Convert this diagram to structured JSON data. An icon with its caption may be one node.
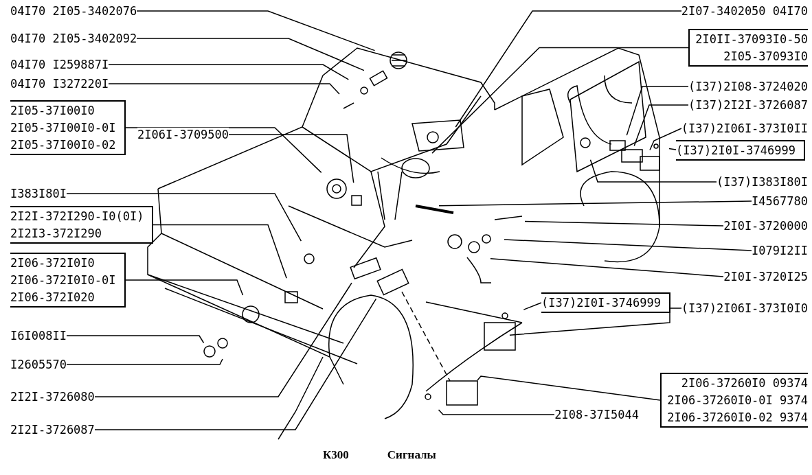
{
  "diagram": {
    "nodes": [
      {
        "text": [
          "04I70 2I05-3402076"
        ]
      },
      {
        "text": [
          "04I70 2I05-3402092"
        ]
      },
      {
        "text": [
          "04I70 I259887I"
        ]
      },
      {
        "text": [
          "04I70 I327220I"
        ]
      },
      {
        "text": [
          "2I05-37I00I0",
          "2I05-37I00I0-0I",
          "2I05-37I00I0-02"
        ]
      },
      {
        "text": [
          "2I06I-3709500"
        ]
      },
      {
        "text": [
          "I383I80I"
        ]
      },
      {
        "text": [
          "2I2I-372I290-I0(0I)",
          "2I2I3-372I290"
        ]
      },
      {
        "text": [
          "2I06-372I0I0",
          "2I06-372I0I0-0I",
          "2I06-372I020"
        ]
      },
      {
        "text": [
          "I6I008II"
        ]
      },
      {
        "text": [
          "I2605570"
        ]
      },
      {
        "text": [
          "2I2I-3726080"
        ]
      },
      {
        "text": [
          "2I2I-3726087"
        ]
      },
      {
        "text": [
          "2I07-3402050 04I70"
        ]
      },
      {
        "text": [
          "2I0II-37093I0-50",
          "2I05-37093I0"
        ]
      },
      {
        "text": [
          "(I37)2I08-3724020"
        ]
      },
      {
        "text": [
          "(I37)2I2I-3726087"
        ]
      },
      {
        "text": [
          "(I37)2I06I-373I0II"
        ]
      },
      {
        "text": [
          "(I37)2I0I-3746999"
        ]
      },
      {
        "text": [
          "(I37)I383I80I"
        ]
      },
      {
        "text": [
          "I4567780"
        ]
      },
      {
        "text": [
          "2I0I-3720000"
        ]
      },
      {
        "text": [
          "I079I2II"
        ]
      },
      {
        "text": [
          "2I0I-3720I25"
        ]
      },
      {
        "text": [
          "(I37)2I0I-3746999"
        ]
      },
      {
        "text": [
          "(I37)2I06I-373I0I0"
        ]
      },
      {
        "text": [
          "2I08-37I5044"
        ]
      },
      {
        "text": [
          "2I06-37260I0 09374",
          "2I06-37260I0-0I 9374",
          "2I06-37260I0-02 9374"
        ]
      }
    ],
    "edges": [
      {
        "from": 0,
        "to": null,
        "arrow": "none"
      },
      {
        "from": 1,
        "to": null,
        "arrow": "none"
      },
      {
        "from": 2,
        "to": null,
        "arrow": "none"
      },
      {
        "from": 3,
        "to": null,
        "arrow": "none"
      },
      {
        "from": 4,
        "to": null,
        "arrow": "none"
      },
      {
        "from": 5,
        "to": null,
        "arrow": "none"
      },
      {
        "from": 6,
        "to": null,
        "arrow": "none"
      },
      {
        "from": 7,
        "to": null,
        "arrow": "none"
      },
      {
        "from": 8,
        "to": null,
        "arrow": "none"
      },
      {
        "from": 9,
        "to": null,
        "arrow": "none"
      },
      {
        "from": 10,
        "to": null,
        "arrow": "none"
      },
      {
        "from": 11,
        "to": null,
        "arrow": "none"
      },
      {
        "from": 12,
        "to": null,
        "arrow": "none"
      },
      {
        "from": 13,
        "to": null,
        "arrow": "none"
      },
      {
        "from": 14,
        "to": null,
        "arrow": "none"
      },
      {
        "from": 15,
        "to": null,
        "arrow": "none"
      },
      {
        "from": 16,
        "to": null,
        "arrow": "none"
      },
      {
        "from": 17,
        "to": null,
        "arrow": "none"
      },
      {
        "from": 18,
        "to": null,
        "arrow": "none"
      },
      {
        "from": 19,
        "to": null,
        "arrow": "none"
      },
      {
        "from": 20,
        "to": null,
        "arrow": "none"
      },
      {
        "from": 21,
        "to": null,
        "arrow": "none"
      },
      {
        "from": 22,
        "to": null,
        "arrow": "none"
      },
      {
        "from": 23,
        "to": null,
        "arrow": "none"
      },
      {
        "from": 24,
        "to": null,
        "arrow": "none"
      },
      {
        "from": 25,
        "to": null,
        "arrow": "none"
      },
      {
        "from": 26,
        "to": null,
        "arrow": "none"
      },
      {
        "from": 27,
        "to": null,
        "arrow": "none"
      }
    ],
    "labels": [
      "К300",
      "Сигналы"
    ]
  }
}
